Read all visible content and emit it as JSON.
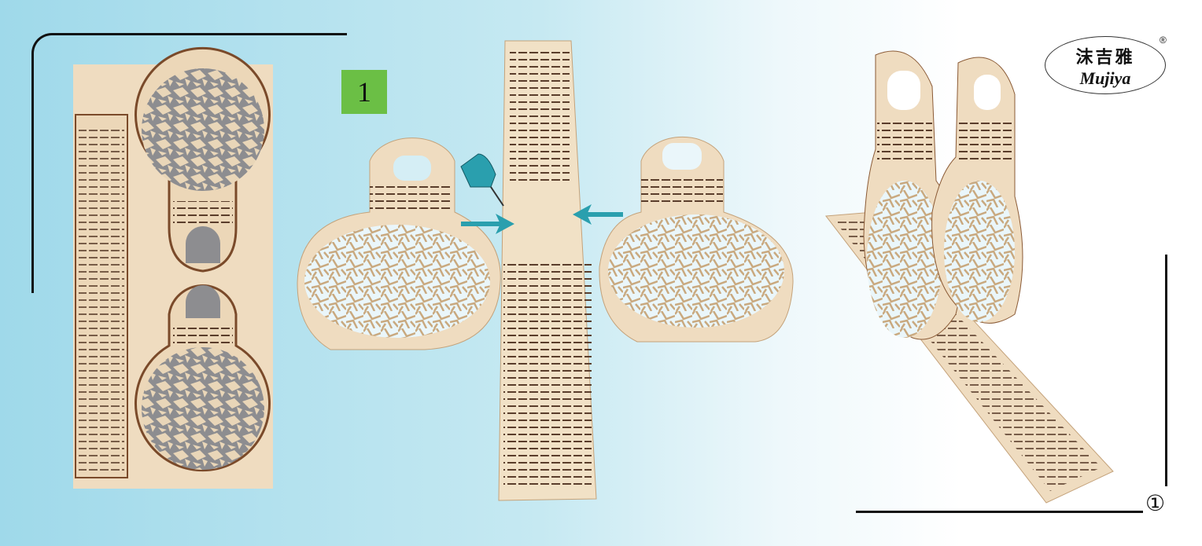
{
  "step": {
    "number": "1",
    "color": "#6bbf45"
  },
  "figure_marker": "①",
  "logo": {
    "chinese": "沫吉雅",
    "english": "Mujiya",
    "registered": "®"
  },
  "colors": {
    "wood": "#efdcc0",
    "wood_edge": "#7a4a2a",
    "arrow": "#2a9fae",
    "slot": "#5a3d2b"
  },
  "icons": [
    "glue-bottle-icon",
    "arrow-right-icon",
    "arrow-left-icon"
  ]
}
